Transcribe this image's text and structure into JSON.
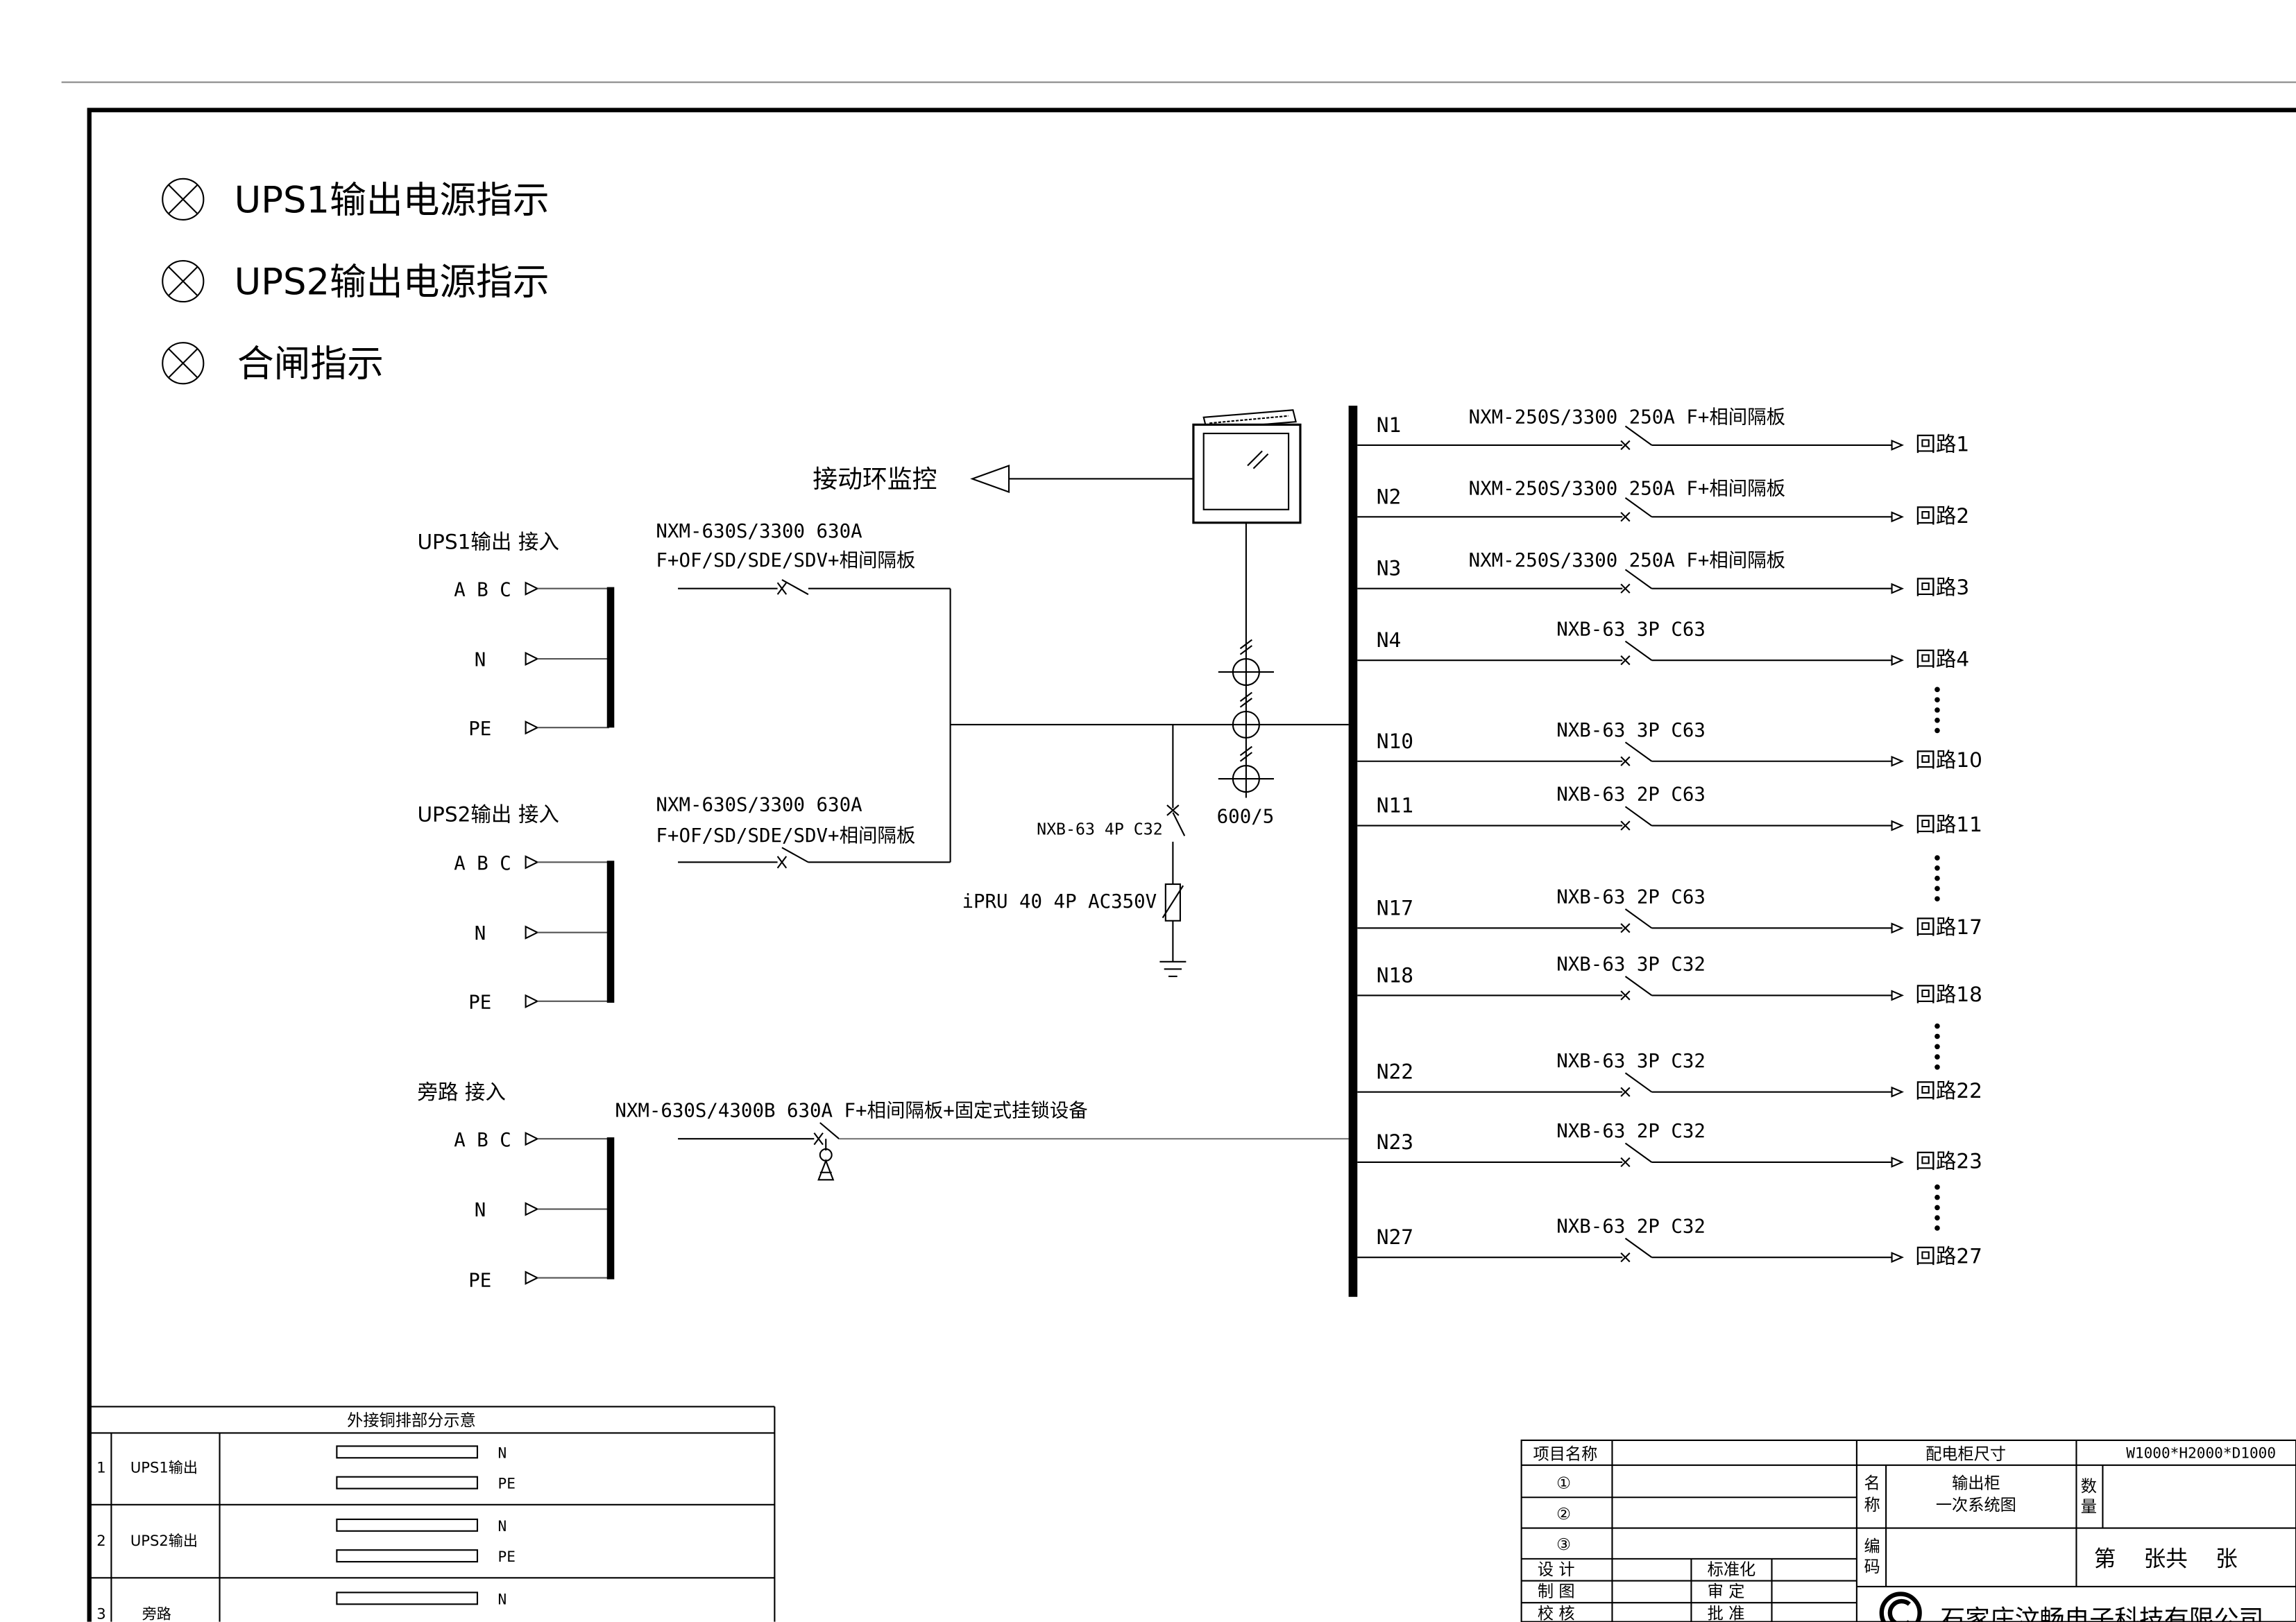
{
  "legend": {
    "ups1_indicator": "UPS1输出电源指示",
    "ups2_indicator": "UPS2输出电源指示",
    "close_indicator": "合闸指示"
  },
  "monitor": {
    "label": "接动环监控"
  },
  "inputs": [
    {
      "title": "UPS1输出 接入",
      "phase_label": "A B C",
      "n_label": "N",
      "pe_label": "PE",
      "breaker_model": "NXM-630S/3300 630A",
      "breaker_accessories": "F+OF/SD/SDE/SDV+相间隔板"
    },
    {
      "title": "UPS2输出 接入",
      "phase_label": "A B C",
      "n_label": "N",
      "pe_label": "PE",
      "breaker_model": "NXM-630S/3300 630A",
      "breaker_accessories": "F+OF/SD/SDE/SDV+相间隔板"
    },
    {
      "title": "旁路 接入",
      "phase_label": "A B C",
      "n_label": "N",
      "pe_label": "PE",
      "breaker_model": "NXM-630S/4300B 630A F+相间隔板+固定式挂锁设备"
    }
  ],
  "spd": {
    "breaker": "NXB-63 4P C32",
    "arrester": "iPRU 40 4P AC350V"
  },
  "ct_ratio": "600/5",
  "feeders": [
    {
      "id": "N1",
      "breaker": "NXM-250S/3300 250A F+相间隔板",
      "circuit": "回路1"
    },
    {
      "id": "N2",
      "breaker": "NXM-250S/3300 250A F+相间隔板",
      "circuit": "回路2"
    },
    {
      "id": "N3",
      "breaker": "NXM-250S/3300 250A F+相间隔板",
      "circuit": "回路3"
    },
    {
      "id": "N4",
      "breaker": "NXB-63 3P C63",
      "circuit": "回路4"
    },
    {
      "id": "N10",
      "breaker": "NXB-63 3P C63",
      "circuit": "回路10"
    },
    {
      "id": "N11",
      "breaker": "NXB-63 2P C63",
      "circuit": "回路11"
    },
    {
      "id": "N17",
      "breaker": "NXB-63 2P C63",
      "circuit": "回路17"
    },
    {
      "id": "N18",
      "breaker": "NXB-63 3P C32",
      "circuit": "回路18"
    },
    {
      "id": "N22",
      "breaker": "NXB-63 3P C32",
      "circuit": "回路22"
    },
    {
      "id": "N23",
      "breaker": "NXB-63 2P C32",
      "circuit": "回路23"
    },
    {
      "id": "N27",
      "breaker": "NXB-63 2P C32",
      "circuit": "回路27"
    }
  ],
  "busbar_table": {
    "title": "外接铜排部分示意",
    "rows": [
      {
        "num": "1",
        "name": "UPS1输出",
        "bar1": "N",
        "bar2": "PE"
      },
      {
        "num": "2",
        "name": "UPS2输出",
        "bar1": "N",
        "bar2": "PE"
      },
      {
        "num": "3",
        "name": "旁路",
        "bar1": "N"
      }
    ]
  },
  "title_block": {
    "project_name": "项目名称",
    "items": [
      "①",
      "②",
      "③"
    ],
    "design": "设  计",
    "drawing": "制  图",
    "check": "校  核",
    "standard": "标准化",
    "review": "审  定",
    "approve": "批  准",
    "cabinet_size_label": "配电柜尺寸",
    "cabinet_size": "W1000*H2000*D1000",
    "name_label_1": "名",
    "name_label_2": "称",
    "drawing_name_1": "输出柜",
    "drawing_name_2": "一次系统图",
    "qty_label_1": "数",
    "qty_label_2": "量",
    "code_label_1": "编",
    "code_label_2": "码",
    "sheet": "第    张共    张",
    "company": "石家庄汶畅电子科技有限公司"
  }
}
